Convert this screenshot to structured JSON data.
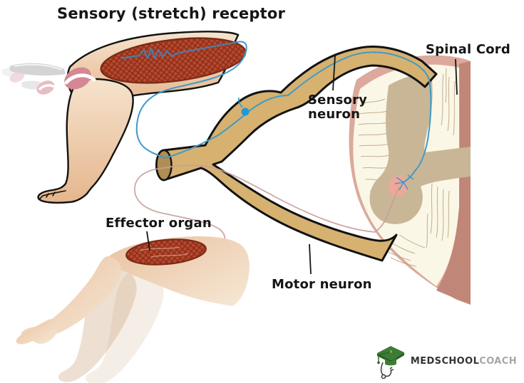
{
  "title": "Sensory (stretch) receptor",
  "labels": {
    "spinal_cord": "Spinal Cord",
    "sensory_neuron_line1": "Sensory",
    "sensory_neuron_line2": "neuron",
    "motor_neuron": "Motor neuron",
    "effector_organ": "Effector organ"
  },
  "logo": {
    "icon": "graduation-cap-with-stethoscope-icon",
    "brand_bold": "MEDSCHOOL",
    "brand_light": "COACH"
  },
  "colors": {
    "ink": "#151515",
    "outline": "#121212",
    "blue": "#3f9ac6",
    "blue-cell": "#1f9ad4",
    "spindle": "#4f7ba6",
    "nerve": "#d6b170",
    "nerve-inner": "#b08d52",
    "rim": "#dca99c",
    "rim-dark": "#c08677",
    "white-matter": "#fbf7e6",
    "gray-matter": "#c9b696",
    "fiber": "#b9a183",
    "skin-light": "#f6e3cd",
    "skin-dark": "#e5b68d",
    "muscle": "#b6492e",
    "muscle-hatch": "#8a2c18",
    "muscle-outline": "#7c2a17",
    "pink-axon": "#c89f9b",
    "motoneuron": "#efa79c",
    "hammer-head": "#d48893",
    "hammer-handle": "#d4d4d4",
    "logo-green": "#3b7d33",
    "logo-green-dark": "#2b5f25",
    "logo-text-dark": "#333333",
    "logo-text-light": "#a6a6a6"
  }
}
